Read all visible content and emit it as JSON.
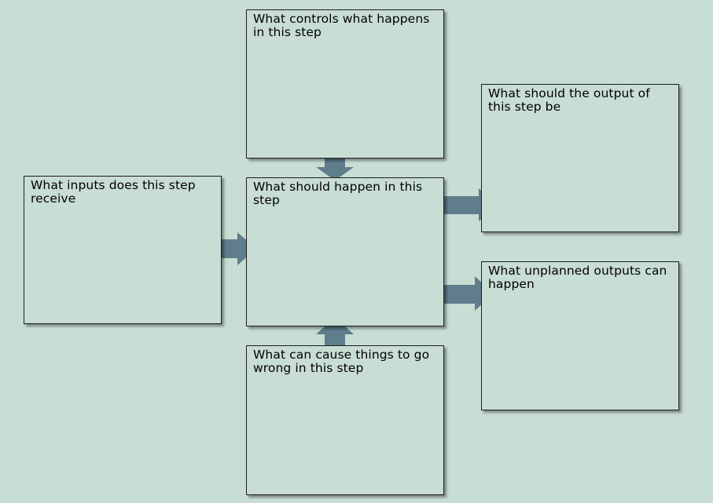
{
  "diagram": {
    "boxes": {
      "controls": "What controls what happens in this step",
      "center": "What should happen in this step",
      "inputs": "What inputs does this step receive",
      "output": "What should the output of this step be",
      "unplanned": "What unplanned outputs can happen",
      "wrong": "What can cause things to go wrong in this step"
    },
    "colors": {
      "background": "#c8ddd4",
      "box_fill": "#c8ddd4",
      "box_border": "#1e1e1e",
      "arrow": "#5f7d8a"
    }
  }
}
